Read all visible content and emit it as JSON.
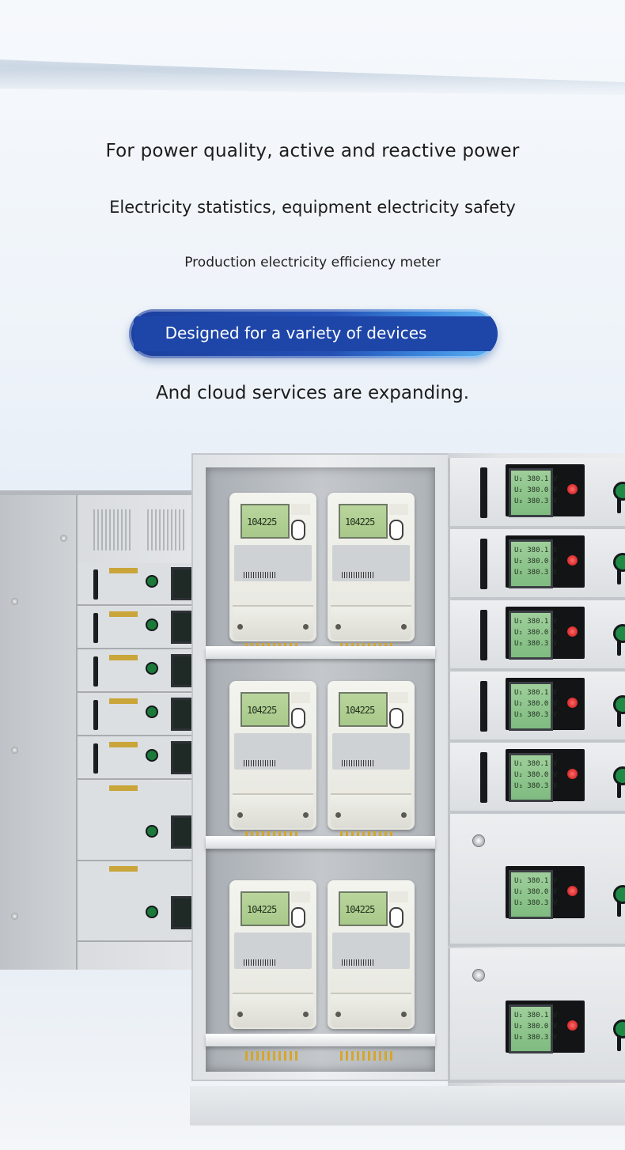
{
  "hero": {
    "line1": "For power quality, active and reactive power",
    "line2": "Electricity statistics, equipment electricity safety",
    "line3": "Production electricity efficiency meter",
    "pill_label": "Designed for a variety of devices",
    "line4": "And cloud services are expanding."
  },
  "meter_reading": "104225",
  "panel_display": "U₁ 380.1 V\nU₂ 380.0 V\nU₃ 380.3 V",
  "colors": {
    "pill_dark": "#1e46a9",
    "pill_light": "#5fb2f1",
    "status_led": "#d11515",
    "knob": "#1e8a45",
    "lcd_green": "#a8c98a"
  }
}
